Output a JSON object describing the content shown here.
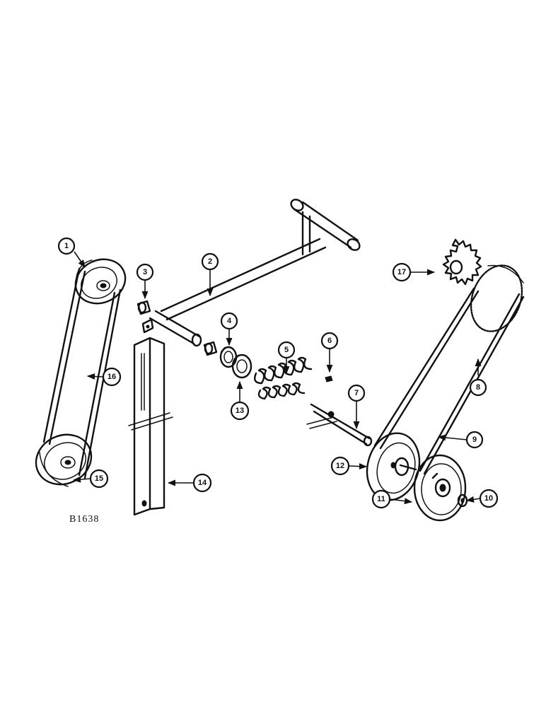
{
  "figure": {
    "id": "B1638"
  },
  "callouts": [
    {
      "n": "1"
    },
    {
      "n": "2"
    },
    {
      "n": "3"
    },
    {
      "n": "4"
    },
    {
      "n": "5"
    },
    {
      "n": "6"
    },
    {
      "n": "7"
    },
    {
      "n": "8"
    },
    {
      "n": "9"
    },
    {
      "n": "10"
    },
    {
      "n": "11"
    },
    {
      "n": "12"
    },
    {
      "n": "13"
    },
    {
      "n": "14"
    },
    {
      "n": "15"
    },
    {
      "n": "16"
    },
    {
      "n": "17"
    }
  ]
}
